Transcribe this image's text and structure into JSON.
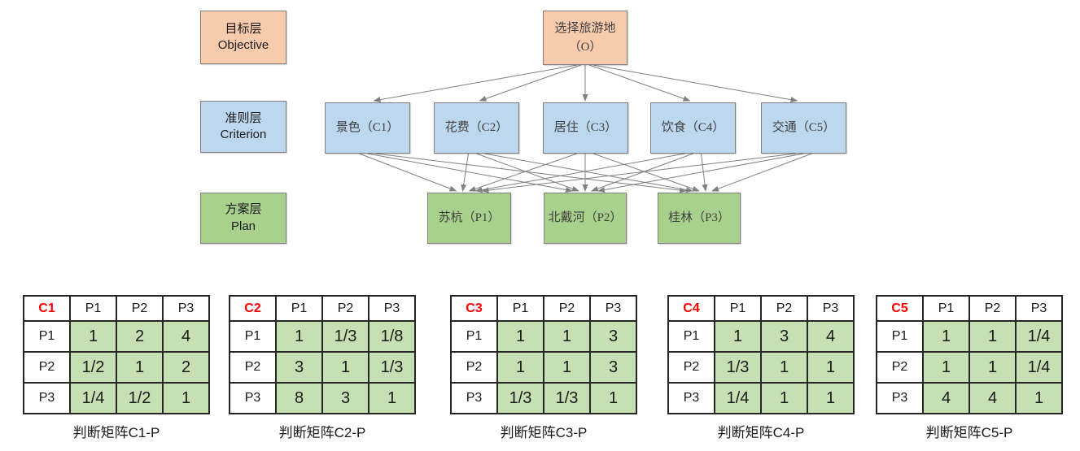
{
  "colors": {
    "objective_fill": "#F8CBAD",
    "criterion_fill": "#BDD7EE",
    "plan_fill": "#A9D18E",
    "matrix_value_fill": "#C6E0B4",
    "matrix_header_accent": "#FF0000",
    "box_border": "#7F7F7F",
    "arrow": "#808080"
  },
  "hierarchy": {
    "layer_labels": [
      {
        "cn": "目标层",
        "en": "Objective"
      },
      {
        "cn": "准则层",
        "en": "Criterion"
      },
      {
        "cn": "方案层",
        "en": "Plan"
      }
    ],
    "objective": {
      "line1": "选择旅游地",
      "line2": "（O）"
    },
    "criteria": [
      "景色（C1）",
      "花费（C2）",
      "居住（C3）",
      "饮食（C4）",
      "交通（C5）"
    ],
    "plans": [
      "苏杭（P1）",
      "北戴河（P2）",
      "桂林（P3）"
    ]
  },
  "matrices": [
    {
      "header": "C1",
      "cols": [
        "P1",
        "P2",
        "P3"
      ],
      "rows": [
        {
          "label": "P1",
          "values": [
            "1",
            "2",
            "4"
          ]
        },
        {
          "label": "P2",
          "values": [
            "1/2",
            "1",
            "2"
          ]
        },
        {
          "label": "P3",
          "values": [
            "1/4",
            "1/2",
            "1"
          ]
        }
      ],
      "caption": "判断矩阵C1-P"
    },
    {
      "header": "C2",
      "cols": [
        "P1",
        "P2",
        "P3"
      ],
      "rows": [
        {
          "label": "P1",
          "values": [
            "1",
            "1/3",
            "1/8"
          ]
        },
        {
          "label": "P2",
          "values": [
            "3",
            "1",
            "1/3"
          ]
        },
        {
          "label": "P3",
          "values": [
            "8",
            "3",
            "1"
          ]
        }
      ],
      "caption": "判断矩阵C2-P"
    },
    {
      "header": "C3",
      "cols": [
        "P1",
        "P2",
        "P3"
      ],
      "rows": [
        {
          "label": "P1",
          "values": [
            "1",
            "1",
            "3"
          ]
        },
        {
          "label": "P2",
          "values": [
            "1",
            "1",
            "3"
          ]
        },
        {
          "label": "P3",
          "values": [
            "1/3",
            "1/3",
            "1"
          ]
        }
      ],
      "caption": "判断矩阵C3-P"
    },
    {
      "header": "C4",
      "cols": [
        "P1",
        "P2",
        "P3"
      ],
      "rows": [
        {
          "label": "P1",
          "values": [
            "1",
            "3",
            "4"
          ]
        },
        {
          "label": "P2",
          "values": [
            "1/3",
            "1",
            "1"
          ]
        },
        {
          "label": "P3",
          "values": [
            "1/4",
            "1",
            "1"
          ]
        }
      ],
      "caption": "判断矩阵C4-P"
    },
    {
      "header": "C5",
      "cols": [
        "P1",
        "P2",
        "P3"
      ],
      "rows": [
        {
          "label": "P1",
          "values": [
            "1",
            "1",
            "1/4"
          ]
        },
        {
          "label": "P2",
          "values": [
            "1",
            "1",
            "1/4"
          ]
        },
        {
          "label": "P3",
          "values": [
            "4",
            "4",
            "1"
          ]
        }
      ],
      "caption": "判断矩阵C5-P"
    }
  ]
}
